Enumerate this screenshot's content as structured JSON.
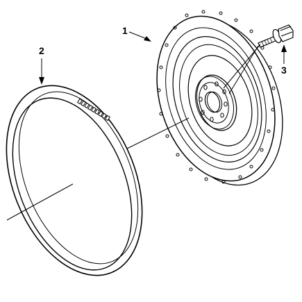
{
  "callouts": {
    "flywheel": {
      "number": "1"
    },
    "ring_gear": {
      "number": "2"
    },
    "capscrew": {
      "number": "3"
    }
  },
  "colors": {
    "line": "#000000",
    "background": "#ffffff"
  }
}
